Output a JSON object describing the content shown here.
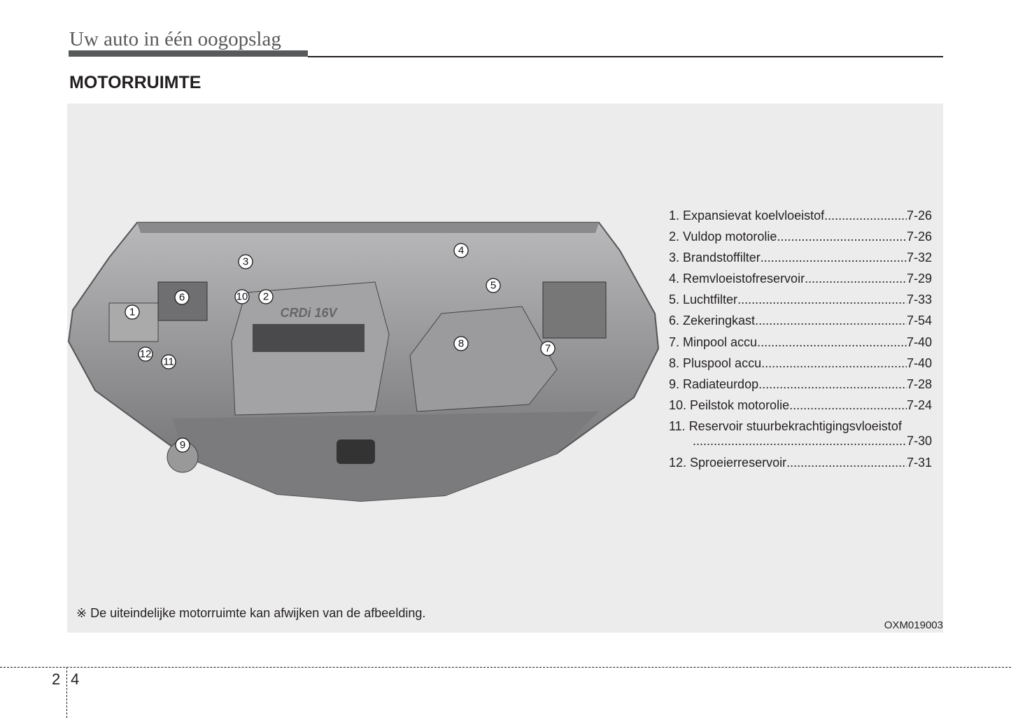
{
  "header": {
    "section_title": "Uw auto in één oogopslag",
    "heading": "MOTORRUIMTE"
  },
  "figure": {
    "callouts": [
      "1",
      "2",
      "3",
      "4",
      "5",
      "6",
      "7",
      "8",
      "9",
      "10",
      "11",
      "12"
    ],
    "engine_badge": "CRDi 16V",
    "legend": [
      {
        "label": "1. Expansievat koelvloeistof",
        "page": "7-26"
      },
      {
        "label": "2. Vuldop motorolie ",
        "page": "7-26"
      },
      {
        "label": "3. Brandstoffilter",
        "page": "7-32"
      },
      {
        "label": "4. Remvloeistofreservoir ",
        "page": "7-29"
      },
      {
        "label": "5. Luchtfilter ",
        "page": "7-33"
      },
      {
        "label": "6. Zekeringkast ",
        "page": "7-54"
      },
      {
        "label": "7. Minpool accu",
        "page": "7-40"
      },
      {
        "label": "8. Pluspool accu ",
        "page": "7-40"
      },
      {
        "label": "9. Radiateurdop ",
        "page": "7-28"
      },
      {
        "label": "10. Peilstok motorolie",
        "page": "7-24"
      },
      {
        "label": "11. Reservoir stuurbekrachtigingsvloeistof",
        "page": "7-30"
      },
      {
        "label": "12. Sproeierreservoir ",
        "page": "7-31"
      }
    ],
    "note": "※ De uiteindelijke motorruimte kan afwijken van de afbeelding.",
    "image_code": "OXM019003"
  },
  "footer": {
    "chapter": "2",
    "page": "4"
  }
}
